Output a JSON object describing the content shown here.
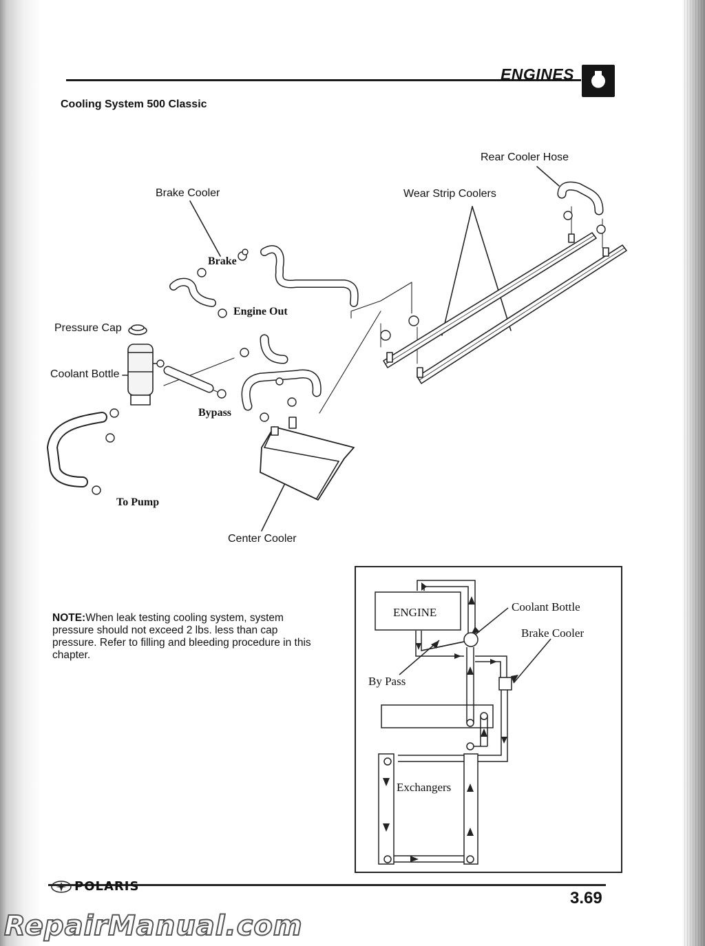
{
  "header": {
    "chapter": "ENGINES"
  },
  "section_title": "Cooling System 500 Classic",
  "exploded_view": {
    "callouts": {
      "rear_cooler_hose": "Rear Cooler Hose",
      "brake_cooler": "Brake Cooler",
      "wear_strip_coolers": "Wear Strip Coolers",
      "pressure_cap": "Pressure Cap",
      "coolant_bottle": "Coolant Bottle",
      "center_cooler": "Center Cooler"
    },
    "part_labels": {
      "brake": "Brake",
      "engine_out": "Engine Out",
      "bypass": "Bypass",
      "to_pump": "To Pump"
    }
  },
  "note": {
    "prefix": "NOTE:",
    "body": "When leak testing cooling system, system pressure should not exceed 2 lbs. less than cap pressure.  Refer to filling and bleeding procedure in this chapter."
  },
  "schematic": {
    "engine": "ENGINE",
    "coolant_bottle": "Coolant Bottle",
    "brake_cooler": "Brake Cooler",
    "by_pass": "By Pass",
    "exchangers": "Exchangers"
  },
  "footer": {
    "brand": "POLARIS",
    "page_number": "3.69",
    "watermark": "RepairManual.com"
  }
}
